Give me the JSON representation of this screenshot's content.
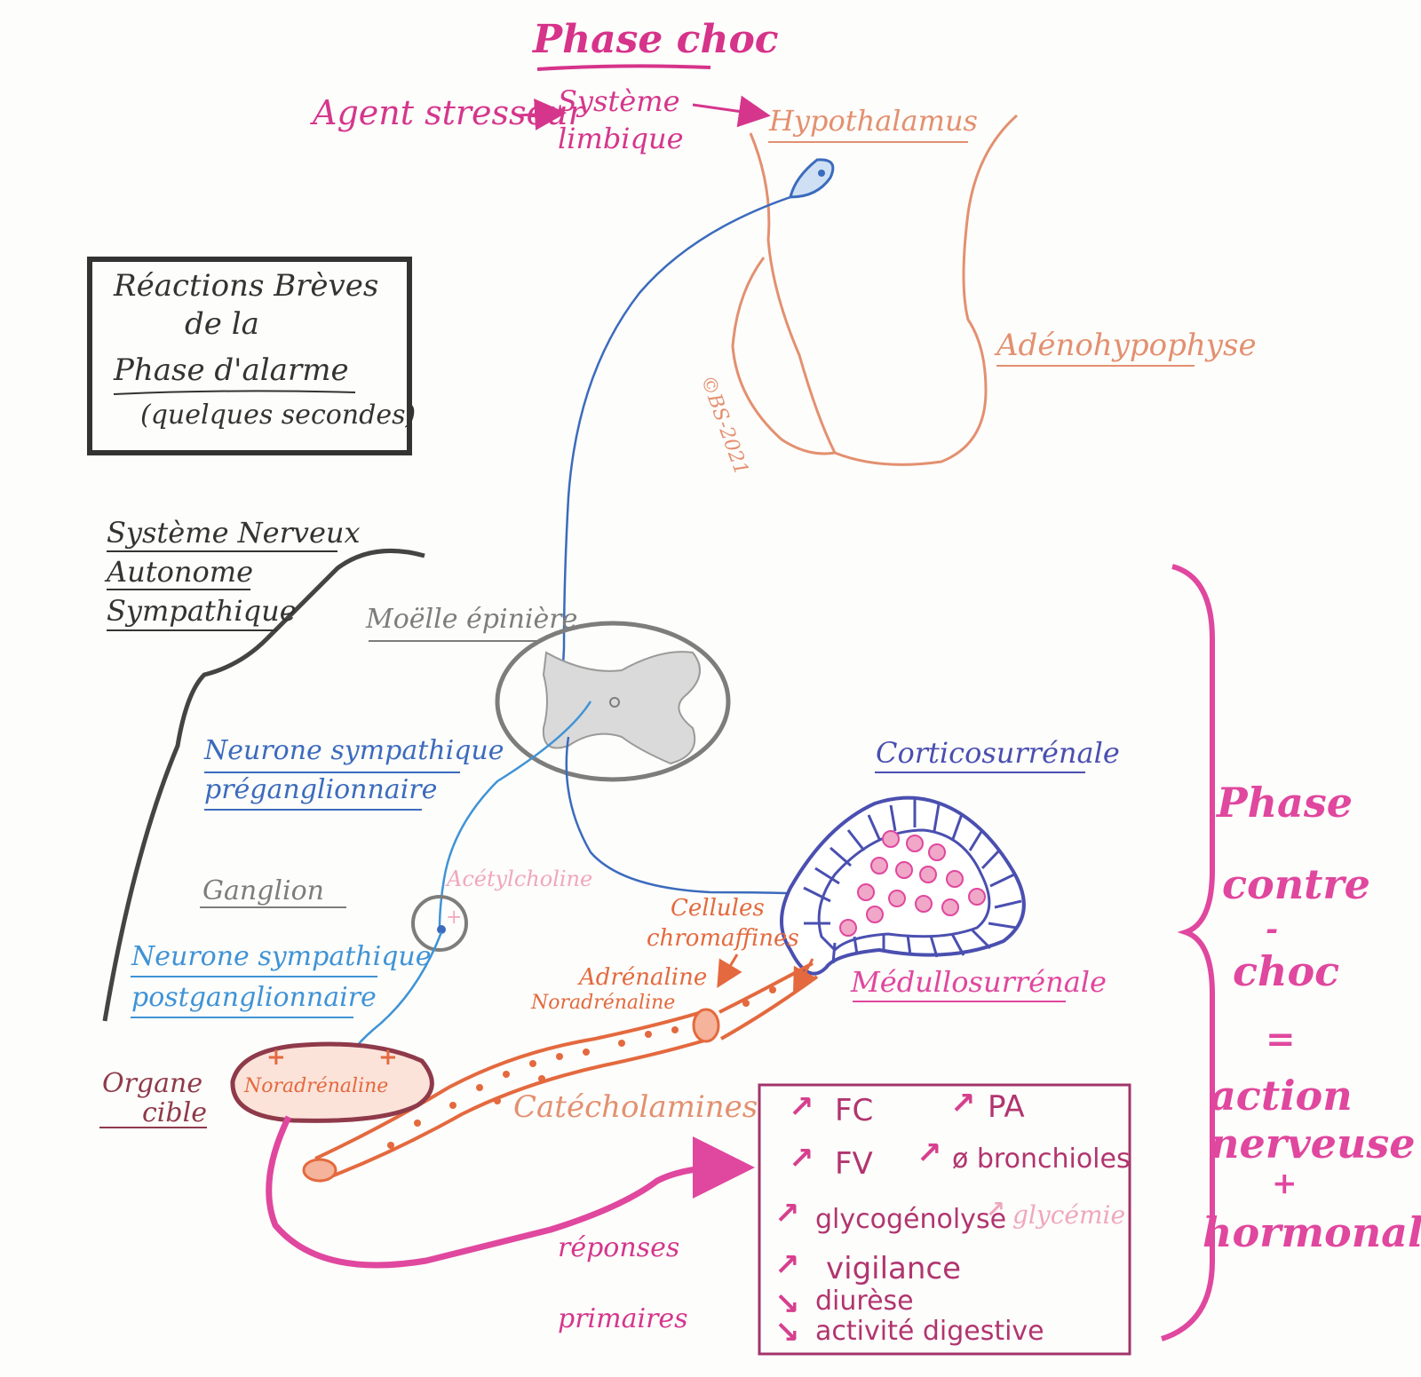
{
  "title": "Phase choc",
  "top_chain": {
    "agent": "Agent stresseur",
    "limbic": [
      "Système",
      "limbique"
    ],
    "hypothalamus": "Hypothalamus"
  },
  "adenohypophyse": "Adénohypophyse",
  "signature": "©BS-2021",
  "box_title": {
    "line1": "Réactions Brèves",
    "line2": "de la",
    "line3": "Phase d'alarme",
    "line4": "(quelques secondes)"
  },
  "sna": [
    "Système Nerveux",
    "Autonome",
    "Sympathique"
  ],
  "moelle": "Moëlle épinière",
  "neurone_pre": [
    "Neurone sympathique",
    "préganglionnaire"
  ],
  "ganglion": "Ganglion",
  "acetylcholine": "Acétylcholine",
  "neurone_post": [
    "Neurone sympathique",
    "postganglionnaire"
  ],
  "corticosurrenale": "Corticosurrénale",
  "cellules": [
    "Cellules",
    "chromaffines"
  ],
  "adrenaline": "Adrénaline",
  "noradrenaline_vessel": "Noradrénaline",
  "medullo": "Médullosurrénale",
  "organe": [
    "Organe",
    "cible"
  ],
  "noradrenaline_organ": "Noradrénaline",
  "plus_sign": "+",
  "catecholamines": "Catécholamines",
  "reponses": [
    "réponses",
    "primaires"
  ],
  "responses": {
    "fc": "FC",
    "pa": "PA",
    "fv": "FV",
    "bronchioles": "ø bronchioles",
    "glycogenolyse": "glycogénolyse",
    "glycemie": "glycémie",
    "vigilance": "vigilance",
    "diurese": "diurèse",
    "digestive": "activité digestive",
    "up_arrow": "↗",
    "down_arrow": "↘"
  },
  "side_note": [
    "Phase",
    "contre",
    "-",
    "choc",
    "=",
    "action",
    "nerveuse",
    "+",
    "hormonale"
  ],
  "colors": {
    "pink": "#d5368c",
    "salmon": "#e39070",
    "blue": "#3b6bbd",
    "grey": "#7d7d7d",
    "purple": "#4a4fb0",
    "magenta": "#e0479e"
  }
}
